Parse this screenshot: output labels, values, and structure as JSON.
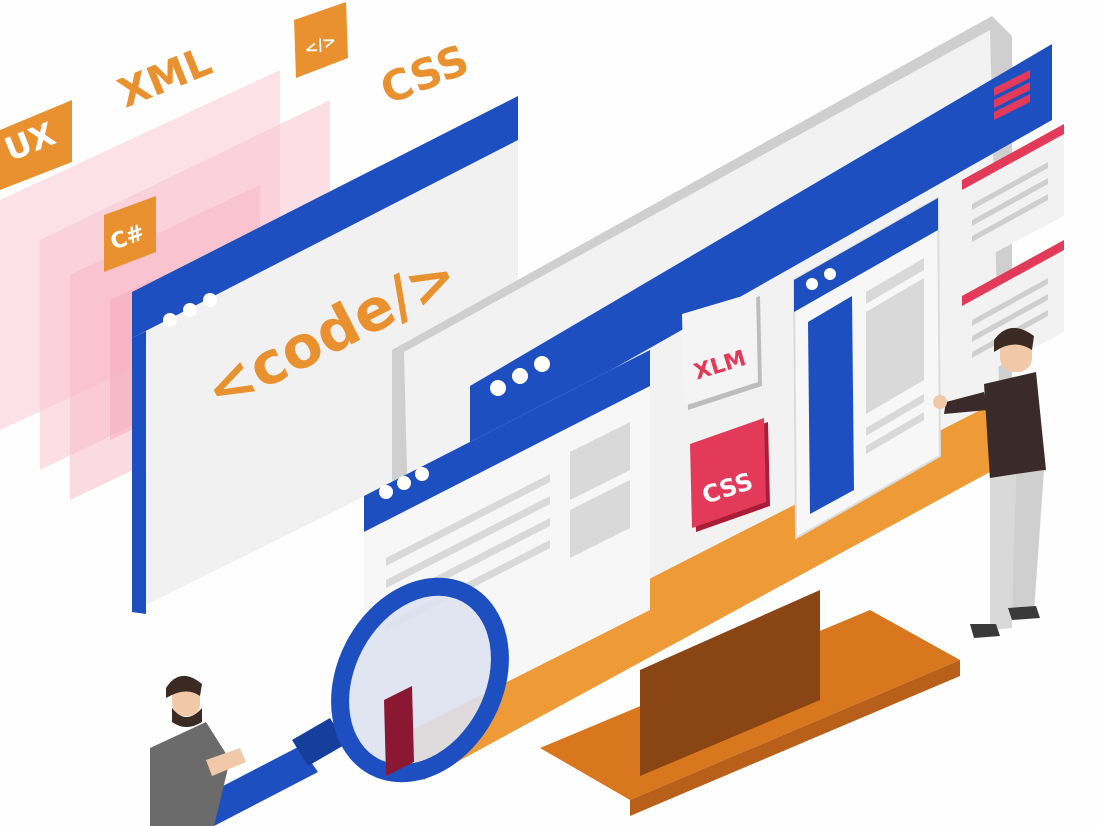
{
  "labels": {
    "ux": "UX",
    "xml": "XML",
    "css_top": "CSS",
    "tag_icon": "</>",
    "csharp": "C#",
    "code": "<code/>",
    "xlm_badge": "XLM",
    "css_badge": "CSS"
  },
  "colors": {
    "orange": "#e9912f",
    "blue": "#1e4fc0",
    "red": "#e23a58",
    "pink": "#f9c9d4",
    "grey": "#d9d9d9"
  }
}
